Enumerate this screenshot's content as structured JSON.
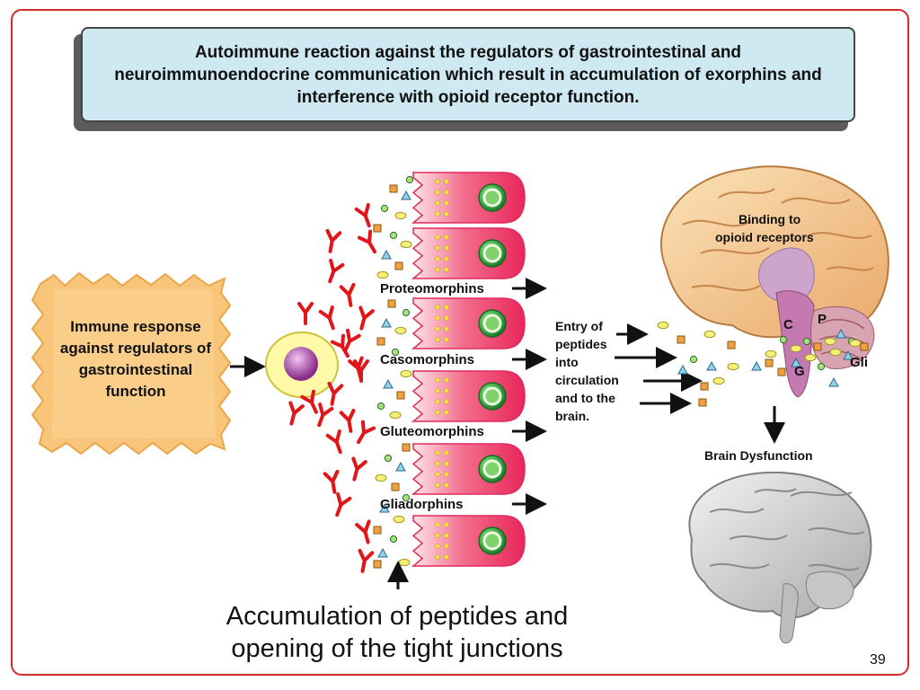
{
  "title": "Autoimmune reaction against the regulators of gastrointestinal and neuroimmunoendocrine communication which result in accumulation of exorphins and interference with opioid receptor function.",
  "immune_box": "Immune response against regulators of gastrointestinal function",
  "peptides": [
    "Proteomorphins",
    "Casomorphins",
    "Gluteomorphins",
    "Gliadorphins"
  ],
  "entry_text": [
    "Entry of",
    "peptides",
    "into",
    "circulation",
    "and to the",
    "brain."
  ],
  "binding_text": [
    "Binding to",
    "opioid receptors"
  ],
  "receptor_labels": {
    "c": "C",
    "p": "P",
    "g": "G",
    "gli": "Gli"
  },
  "brain_dysfunction": "Brain Dysfunction",
  "caption": [
    "Accumulation of peptides and",
    "opening of the tight junctions"
  ],
  "page_number": "39",
  "colors": {
    "frame": "#d42a2a",
    "title_bg": "#cfe9f2",
    "antibody": "#e0161b",
    "cell": "#f04a6e",
    "nucleus": "#2fa03a",
    "immune_bg": "#f8c57a"
  }
}
